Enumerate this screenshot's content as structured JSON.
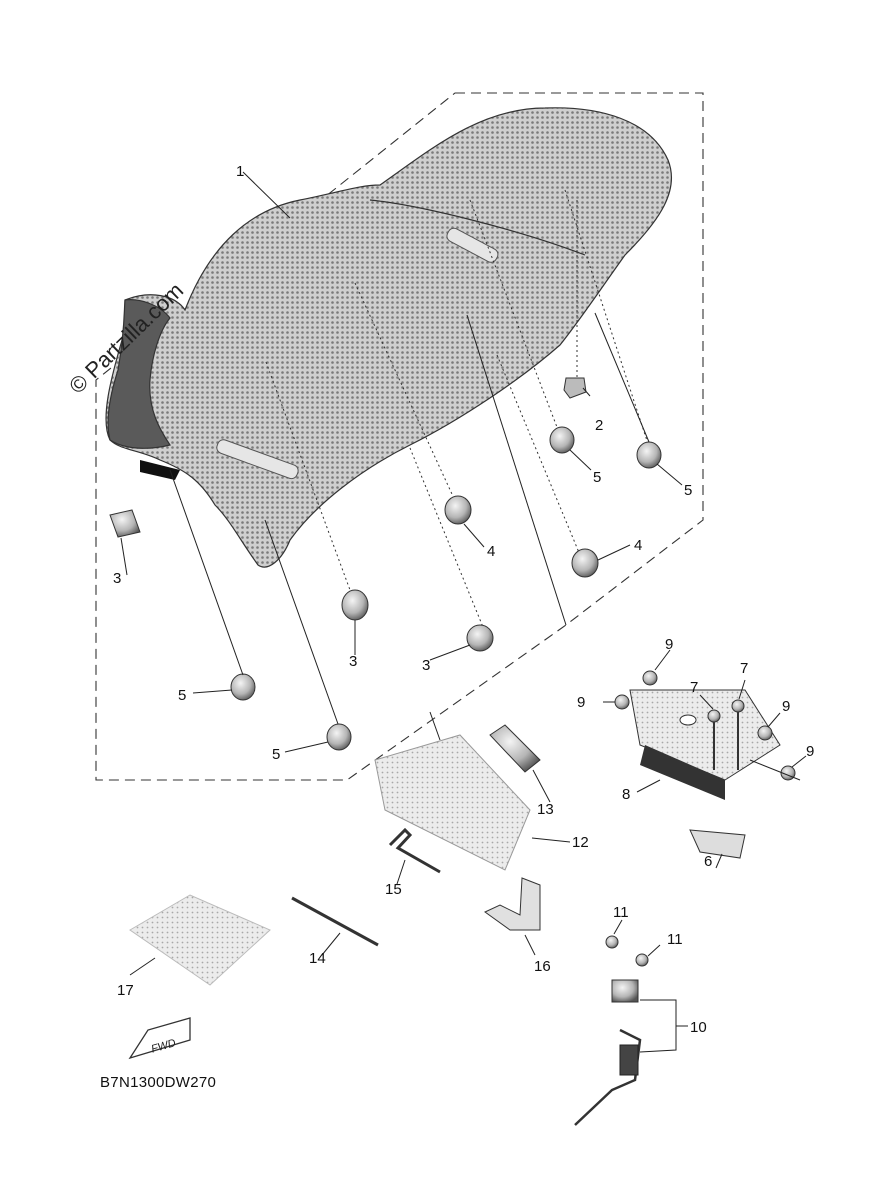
{
  "diagram": {
    "watermark": "© Partzilla.com",
    "diagram_code": "B7N1300DW270",
    "fwd_label": "FWD",
    "callouts": {
      "c1": "1",
      "c2": "2",
      "c3a": "3",
      "c3b": "3",
      "c3c": "3",
      "c4a": "4",
      "c4b": "4",
      "c5a": "5",
      "c5b": "5",
      "c5c": "5",
      "c5d": "5",
      "c6": "6",
      "c7a": "7",
      "c7b": "7",
      "c8": "8",
      "c9a": "9",
      "c9b": "9",
      "c9c": "9",
      "c9d": "9",
      "c10": "10",
      "c11a": "11",
      "c11b": "11",
      "c12": "12",
      "c13": "13",
      "c14": "14",
      "c15": "15",
      "c16": "16",
      "c17": "17"
    },
    "colors": {
      "ink": "#222222",
      "seat_fill": "#9a9a9a",
      "background": "#ffffff"
    }
  }
}
